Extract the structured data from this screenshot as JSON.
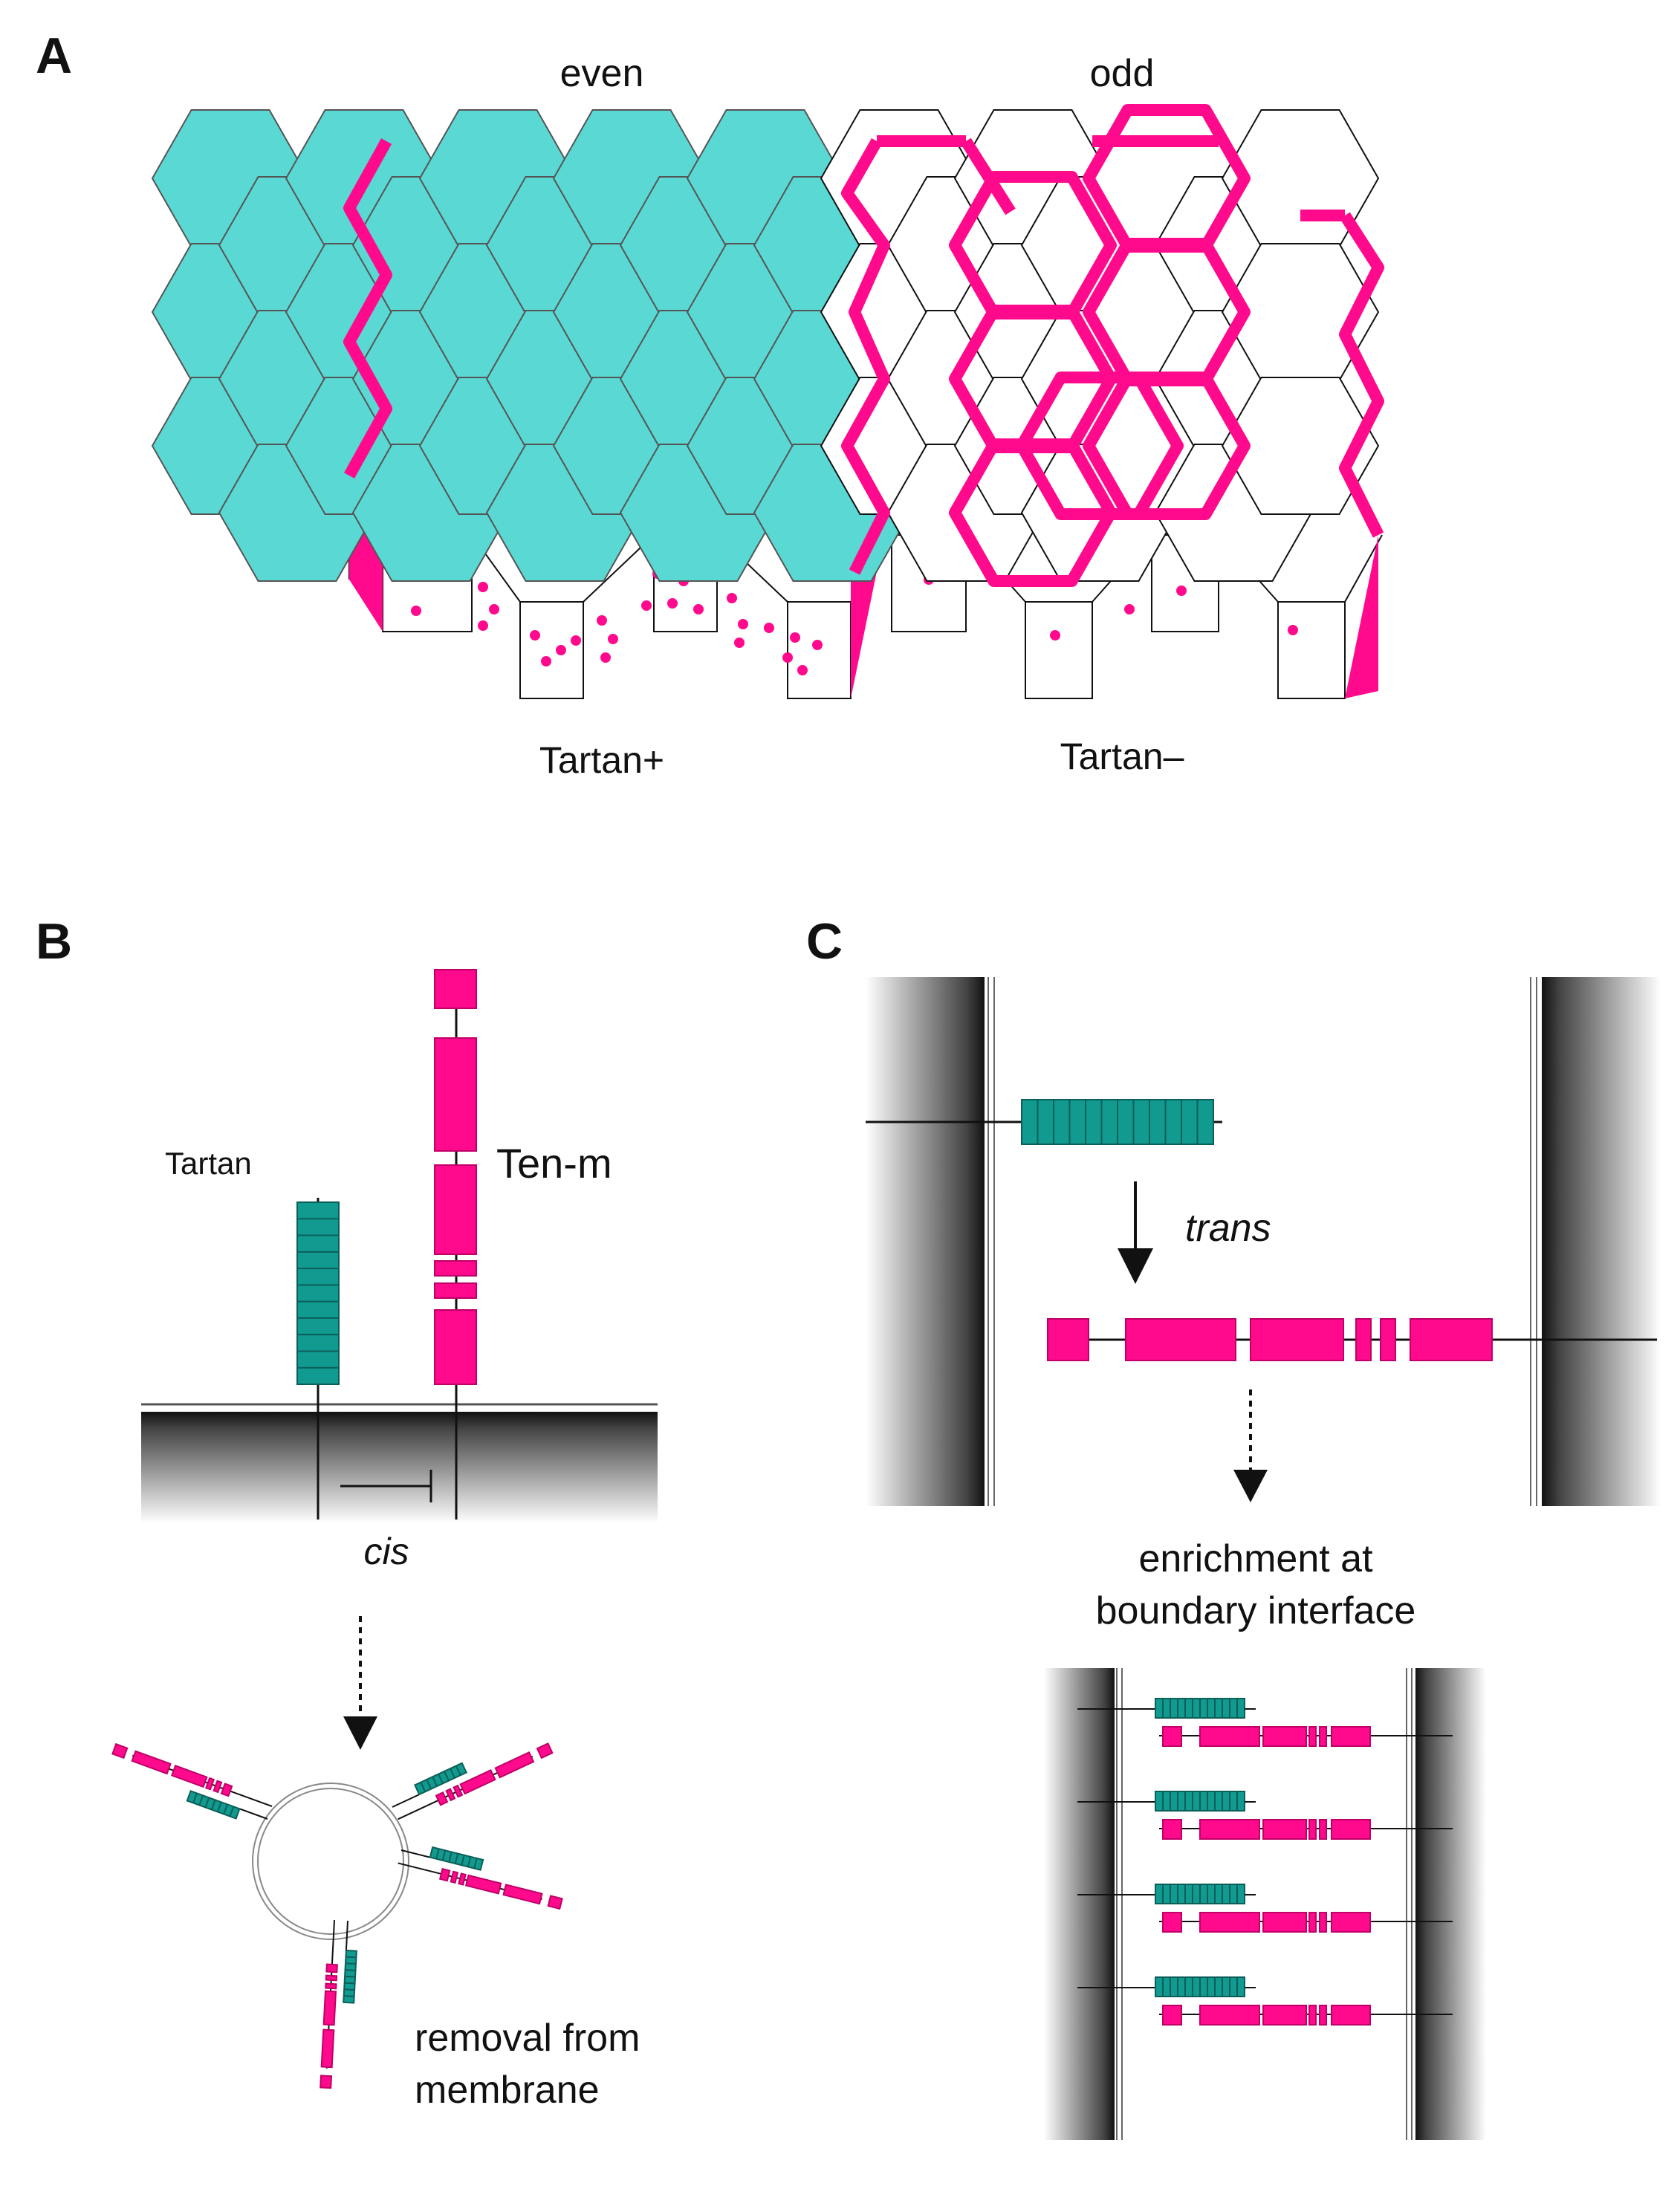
{
  "colors": {
    "magenta": "#ff0a8c",
    "teal": "#5ad8d3",
    "dark_teal": "#119a8f",
    "line": "#111111"
  },
  "panelA": {
    "letter": "A",
    "label_even": "even",
    "label_odd": "odd",
    "label_tartan_plus": "Tartan+",
    "label_tartan_minus": "Tartan–"
  },
  "panelB": {
    "letter": "B",
    "label_tartan": "Tartan",
    "label_tenm": "Ten-m",
    "label_cis": "cis",
    "label_removal_1": "removal from",
    "label_removal_2": "membrane"
  },
  "panelC": {
    "letter": "C",
    "label_trans": "trans",
    "label_enrich_1": "enrichment at",
    "label_enrich_2": "boundary interface"
  }
}
